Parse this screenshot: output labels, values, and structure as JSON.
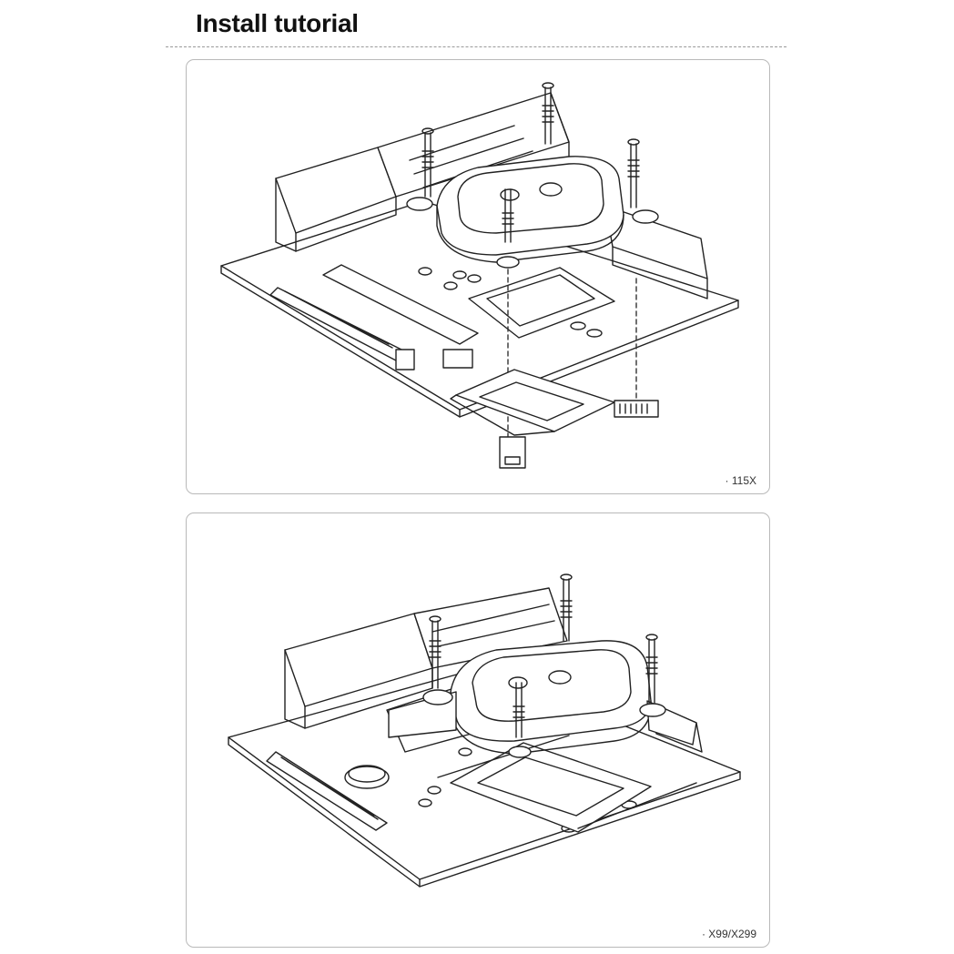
{
  "header": {
    "title": "Install tutorial"
  },
  "panels": [
    {
      "caption": "· 115X"
    },
    {
      "caption": "· X99/X299"
    }
  ]
}
